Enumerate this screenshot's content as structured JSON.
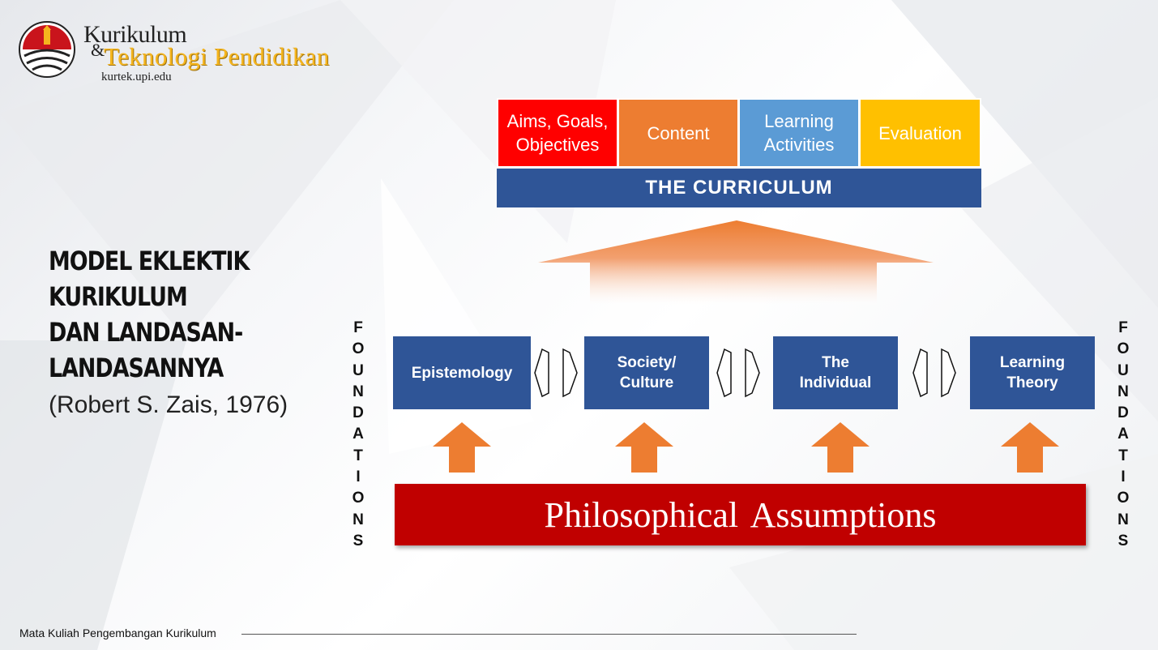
{
  "logo": {
    "line1": "Kurikulum",
    "amp": "&",
    "line2": "Teknologi Pendidikan",
    "url": "kurtek.upi.edu"
  },
  "title": {
    "lines": [
      "MODEL EKLEKTIK",
      "KURIKULUM",
      "DAN LANDASAN-",
      "LANDASANNYA"
    ],
    "citation": "(Robert S. Zais, 1976)"
  },
  "curriculum": {
    "boxes": [
      {
        "label_line1": "Aims, Goals,",
        "label_line2": "Objectives",
        "color": "#ff0000"
      },
      {
        "label_line1": "Content",
        "label_line2": "",
        "color": "#ed7d31"
      },
      {
        "label_line1": "Learning",
        "label_line2": "Activities",
        "color": "#5b9bd5"
      },
      {
        "label_line1": "Evaluation",
        "label_line2": "",
        "color": "#ffc000"
      }
    ],
    "bar_label": "THE  CURRICULUM",
    "bar_color": "#2f5597"
  },
  "foundations": {
    "boxes": [
      {
        "label_line1": "Epistemology",
        "label_line2": ""
      },
      {
        "label_line1": "Society/",
        "label_line2": "Culture"
      },
      {
        "label_line1": "The",
        "label_line2": "Individual"
      },
      {
        "label_line1": "Learning",
        "label_line2": "Theory"
      }
    ],
    "side_label": "FOUNDATIONS",
    "arrow_color": "#ed7d31"
  },
  "base": {
    "label": "Philosophical  Assumptions",
    "color": "#c00000"
  },
  "footer": {
    "text": "Mata Kuliah Pengembangan Kurikulum"
  }
}
